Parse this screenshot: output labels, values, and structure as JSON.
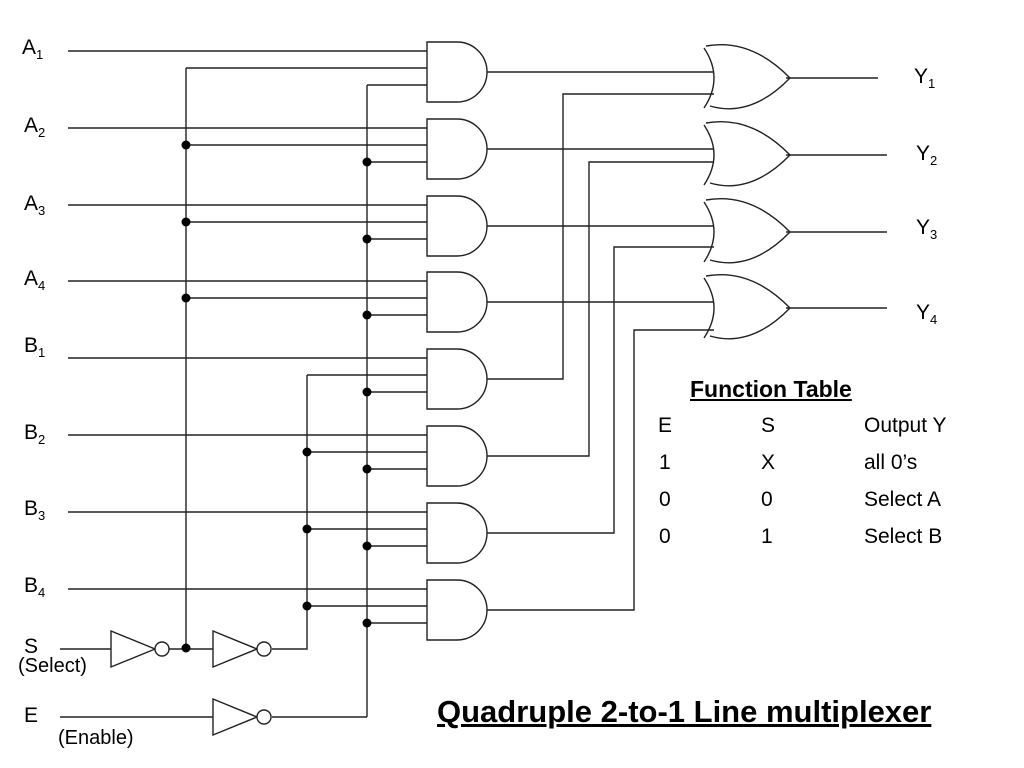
{
  "title": "Quadruple 2-to-1 Line multiplexer",
  "inputs": {
    "a": [
      {
        "letter": "A",
        "index": "1"
      },
      {
        "letter": "A",
        "index": "2"
      },
      {
        "letter": "A",
        "index": "3"
      },
      {
        "letter": "A",
        "index": "4"
      }
    ],
    "b": [
      {
        "letter": "B",
        "index": "1"
      },
      {
        "letter": "B",
        "index": "2"
      },
      {
        "letter": "B",
        "index": "3"
      },
      {
        "letter": "B",
        "index": "4"
      }
    ],
    "select": {
      "label": "S",
      "description": "(Select)"
    },
    "enable": {
      "label": "E",
      "description": "(Enable)"
    }
  },
  "outputs": [
    {
      "letter": "Y",
      "index": "1"
    },
    {
      "letter": "Y",
      "index": "2"
    },
    {
      "letter": "Y",
      "index": "3"
    },
    {
      "letter": "Y",
      "index": "4"
    }
  ],
  "components": {
    "and_gates": 8,
    "or_gates": 4,
    "inverters": 3
  },
  "function_table": {
    "title": "Function Table",
    "headers": [
      "E",
      "S",
      "Output Y"
    ],
    "rows": [
      [
        "1",
        "X",
        "all 0’s"
      ],
      [
        "0",
        "0",
        "Select A"
      ],
      [
        "0",
        "1",
        "Select B"
      ]
    ]
  }
}
